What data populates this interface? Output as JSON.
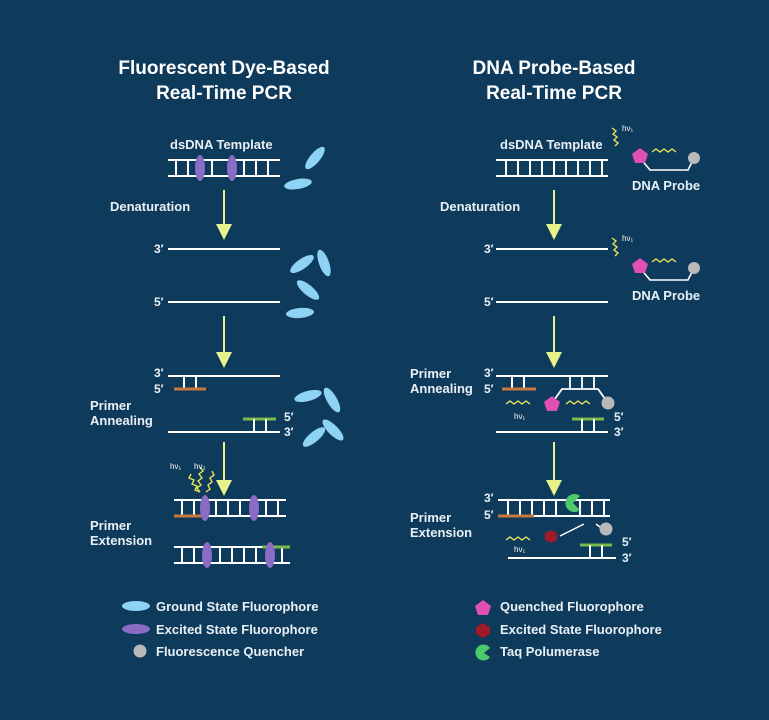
{
  "titles": {
    "left_line1": "Fluorescent Dye-Based",
    "left_line2": "Real-Time PCR",
    "right_line1": "DNA Probe-Based",
    "right_line2": "Real-Time PCR"
  },
  "labels": {
    "template": "dsDNA Template",
    "denaturation": "Denaturation",
    "primer_annealing_line1": "Primer",
    "primer_annealing_line2": "Annealing",
    "primer_extension_line1": "Primer",
    "primer_extension_line2": "Extension",
    "dna_probe": "DNA Probe",
    "three_prime": "3′",
    "five_prime": "5′",
    "hv1": "hν₁",
    "hv2": "hν₂"
  },
  "legend": {
    "ground_state": "Ground State Fluorophore",
    "excited_state_left": "Excited State Fluorophore",
    "quencher": "Fluorescence Quencher",
    "quenched": "Quenched Fluorophore",
    "excited_state_right": "Excited State Fluorophore",
    "taq": "Taq Polumerase"
  },
  "colors": {
    "background": "#0e3a5c",
    "strand": "#ffffff",
    "arrow": "#e9f28a",
    "ground_fluorophore": "#8fd3f4",
    "excited_fluorophore": "#8a6cc4",
    "quencher": "#b9b9b9",
    "quenched_fluorophore": "#e04fb4",
    "excited_red": "#a01a2a",
    "taq": "#4dc86a",
    "primer_orange": "#c8783a",
    "primer_green": "#7ab84a",
    "wave": "#e9e25a"
  }
}
